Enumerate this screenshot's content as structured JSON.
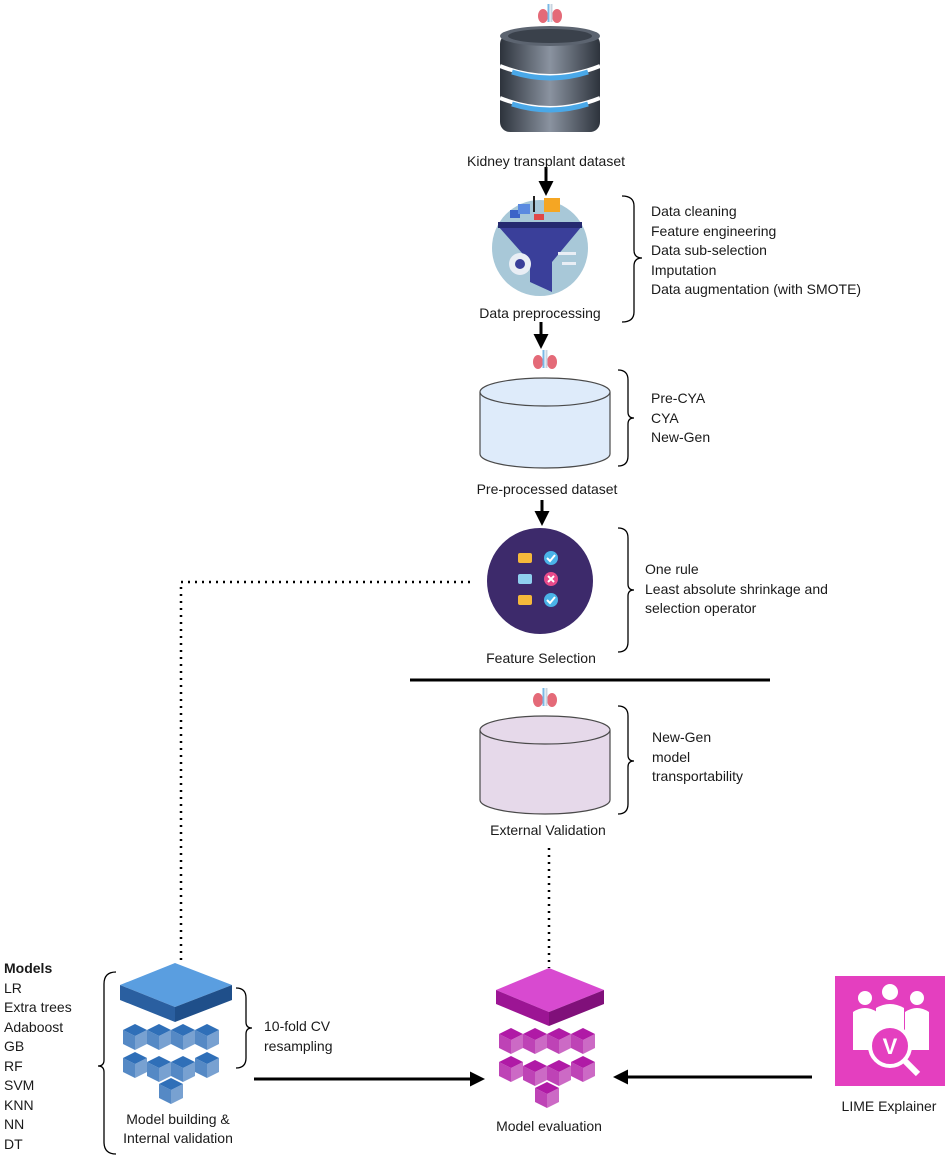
{
  "nodes": {
    "dataset": {
      "label": "Kidney transplant dataset"
    },
    "preprocessing": {
      "label": "Data preprocessing",
      "notes": [
        "Data cleaning",
        "Feature engineering",
        "Data sub-selection",
        "Imputation",
        "Data augmentation (with SMOTE)"
      ]
    },
    "preprocessed": {
      "label": "Pre-processed dataset",
      "notes": [
        "Pre-CYA",
        "CYA",
        "New-Gen"
      ]
    },
    "feature_selection": {
      "label": "Feature Selection",
      "notes": [
        "One rule",
        "Least absolute shrinkage and",
        "selection operator"
      ]
    },
    "external_validation": {
      "label": "External Validation",
      "notes": [
        "New-Gen",
        "model",
        "transportability"
      ]
    },
    "model_building": {
      "label_line1": "Model building &",
      "label_line2": "Internal validation",
      "notes": [
        "10-fold CV",
        "resampling"
      ]
    },
    "model_evaluation": {
      "label": "Model evaluation"
    },
    "lime": {
      "label": "LIME Explainer",
      "badge": "V"
    }
  },
  "models": {
    "title": "Models",
    "items": [
      "LR",
      "Extra trees",
      "Adaboost",
      "GB",
      "RF",
      "SVM",
      "KNN",
      "NN",
      "DT"
    ]
  },
  "colors": {
    "arrow": "#000000",
    "db_dark": "#3c4450",
    "db_band": "#4aa8e8",
    "preprocessed_fill": "#deebfa",
    "external_fill": "#e6d9ea",
    "feature_circle": "#3d2a6b",
    "cube_blue": "#2f6fb8",
    "cube_magenta": "#b01aa6",
    "lime_bg": "#e43fbf",
    "kidney": "#e46a78"
  },
  "icons": [
    "kidney-icon",
    "database-icon",
    "funnel-gear-icon",
    "checklist-icon",
    "cube-stack-icon",
    "group-people-icon"
  ]
}
